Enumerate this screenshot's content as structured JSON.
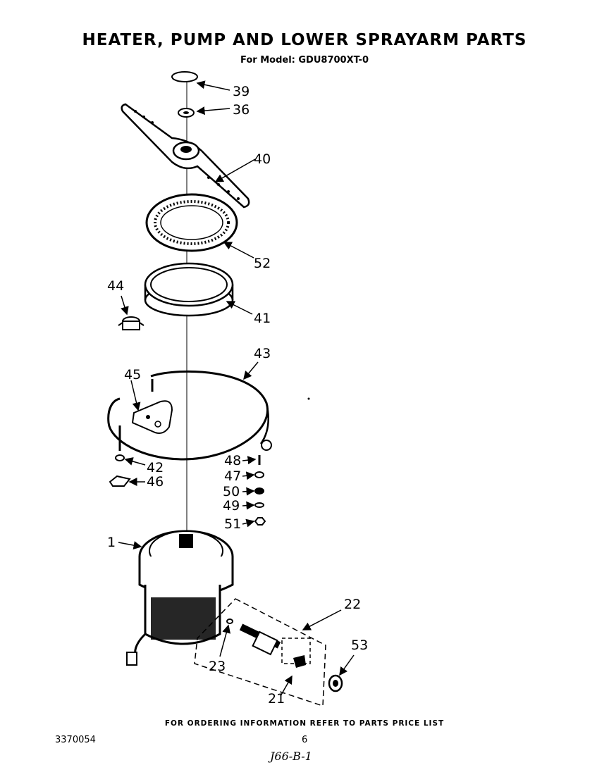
{
  "header": {
    "title": "HEATER, PUMP AND LOWER SPRAYARM PARTS",
    "subtitle": "For Model: GDU8700XT-0"
  },
  "callouts": {
    "c39": "39",
    "c36": "36",
    "c40": "40",
    "c52": "52",
    "c44": "44",
    "c41": "41",
    "c43": "43",
    "c45": "45",
    "c42": "42",
    "c46": "46",
    "c48": "48",
    "c47": "47",
    "c50": "50",
    "c49": "49",
    "c51": "51",
    "c1": "1",
    "c22": "22",
    "c23": "23",
    "c53": "53",
    "c21": "21"
  },
  "footer": {
    "note": "FOR ORDERING INFORMATION REFER TO PARTS PRICE LIST",
    "doc_number": "3370054",
    "page_number": "6",
    "handwriting": "J66-B-1"
  }
}
